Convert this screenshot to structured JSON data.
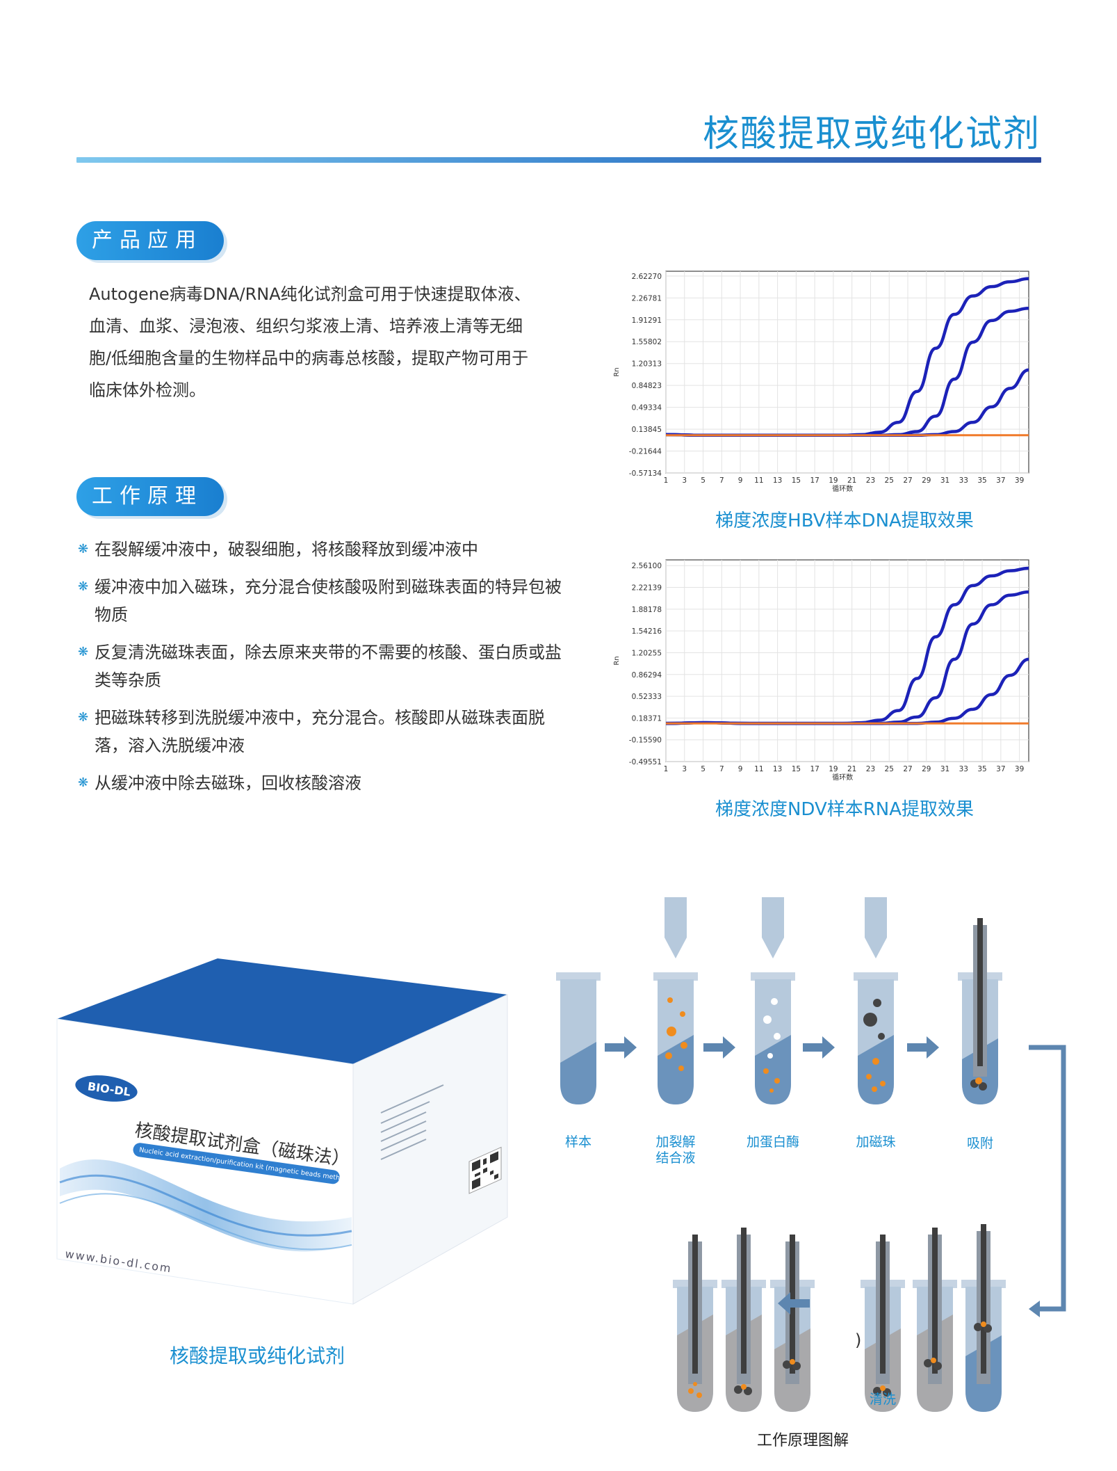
{
  "header": {
    "title": "核酸提取或纯化试剂"
  },
  "application": {
    "pill": "产品应用",
    "text": "Autogene病毒DNA/RNA纯化试剂盒可用于快速提取体液、血清、血浆、浸泡液、组织匀浆液上清、培养液上清等无细胞/低细胞含量的生物样品中的病毒总核酸，提取产物可用于临床体外检测。"
  },
  "principle": {
    "pill": "工作原理",
    "bullet_icon": "snowflake-bullet",
    "steps": [
      "在裂解缓冲液中，破裂细胞，将核酸释放到缓冲液中",
      "缓冲液中加入磁珠，充分混合使核酸吸附到磁珠表面的特异包被物质",
      "反复清洗磁珠表面，除去原来夹带的不需要的核酸、蛋白质或盐类等杂质",
      "把磁珠转移到洗脱缓冲液中，充分混合。核酸即从磁珠表面脱落，溶入洗脱缓冲液",
      "从缓冲液中除去磁珠，回收核酸溶液"
    ]
  },
  "chart_data": [
    {
      "type": "line",
      "caption": "梯度浓度HBV样本DNA提取效果",
      "ylabel": "Rn",
      "xlabel": "循环数",
      "yticks": [
        "2.62270",
        "2.26781",
        "1.91291",
        "1.55802",
        "1.20313",
        "0.84823",
        "0.49334",
        "0.13845",
        "-0.21644",
        "-0.57134"
      ],
      "xticks": [
        "1",
        "3",
        "5",
        "7",
        "9",
        "11",
        "13",
        "15",
        "17",
        "19",
        "21",
        "23",
        "25",
        "27",
        "29",
        "31",
        "33",
        "35",
        "37",
        "39"
      ],
      "xlim": [
        1,
        40
      ],
      "ylim": [
        -0.57134,
        2.7
      ],
      "grid": true,
      "colors": {
        "series": "#1c22b8",
        "baseline": "#f07a2a"
      },
      "series": [
        {
          "x": [
            1,
            5,
            10,
            15,
            20,
            22,
            24,
            26,
            28,
            30,
            32,
            34,
            36,
            38,
            40
          ],
          "y": [
            0.05,
            0.04,
            0.04,
            0.04,
            0.04,
            0.05,
            0.09,
            0.25,
            0.75,
            1.45,
            2.0,
            2.3,
            2.45,
            2.53,
            2.58
          ]
        },
        {
          "x": [
            1,
            5,
            10,
            15,
            20,
            24,
            26,
            28,
            30,
            32,
            34,
            36,
            38,
            40
          ],
          "y": [
            0.05,
            0.04,
            0.04,
            0.04,
            0.04,
            0.04,
            0.05,
            0.1,
            0.35,
            0.95,
            1.55,
            1.9,
            2.05,
            2.1
          ]
        },
        {
          "x": [
            1,
            5,
            10,
            15,
            20,
            25,
            28,
            30,
            32,
            34,
            36,
            38,
            40
          ],
          "y": [
            0.05,
            0.04,
            0.04,
            0.04,
            0.04,
            0.04,
            0.04,
            0.05,
            0.1,
            0.25,
            0.5,
            0.8,
            1.1
          ]
        },
        {
          "x": [
            1,
            40
          ],
          "y": [
            0.04,
            0.04
          ],
          "baseline": true
        }
      ]
    },
    {
      "type": "line",
      "caption": "梯度浓度NDV样本RNA提取效果",
      "ylabel": "Rn",
      "xlabel": "循环数",
      "yticks": [
        "2.56100",
        "2.22139",
        "1.88178",
        "1.54216",
        "1.20255",
        "0.86294",
        "0.52333",
        "0.18371",
        "-0.15590",
        "-0.49551"
      ],
      "xticks": [
        "1",
        "3",
        "5",
        "7",
        "9",
        "11",
        "13",
        "15",
        "17",
        "19",
        "21",
        "23",
        "25",
        "27",
        "29",
        "31",
        "33",
        "35",
        "37",
        "39"
      ],
      "xlim": [
        1,
        40
      ],
      "ylim": [
        -0.49551,
        2.65
      ],
      "grid": true,
      "colors": {
        "series": "#1c22b8",
        "baseline": "#f07a2a"
      },
      "series": [
        {
          "x": [
            1,
            5,
            10,
            15,
            20,
            22,
            24,
            26,
            28,
            30,
            32,
            34,
            36,
            38,
            40
          ],
          "y": [
            0.1,
            0.11,
            0.1,
            0.1,
            0.1,
            0.11,
            0.15,
            0.3,
            0.8,
            1.45,
            1.95,
            2.25,
            2.4,
            2.48,
            2.52
          ]
        },
        {
          "x": [
            1,
            5,
            10,
            15,
            20,
            24,
            26,
            28,
            30,
            32,
            34,
            36,
            38,
            40
          ],
          "y": [
            0.1,
            0.11,
            0.1,
            0.1,
            0.1,
            0.1,
            0.12,
            0.2,
            0.5,
            1.1,
            1.65,
            1.95,
            2.1,
            2.15
          ]
        },
        {
          "x": [
            1,
            5,
            10,
            15,
            20,
            25,
            28,
            30,
            32,
            34,
            36,
            38,
            40
          ],
          "y": [
            0.1,
            0.11,
            0.1,
            0.1,
            0.1,
            0.1,
            0.1,
            0.12,
            0.18,
            0.32,
            0.55,
            0.85,
            1.1
          ]
        },
        {
          "x": [
            1,
            40
          ],
          "y": [
            0.1,
            0.1
          ],
          "baseline": true
        }
      ]
    }
  ],
  "product": {
    "brand": "BIO-DL",
    "box_title": "核酸提取试剂盒（磁珠法）",
    "box_subtitle": "Nucleic acid extraction/purification kit (magnetic beads method)",
    "website": "www.bio-dl.com",
    "caption": "核酸提取或纯化试剂",
    "colors": {
      "box_top": "#1f5fb0",
      "swirl": "#3f8fd6"
    }
  },
  "diagram": {
    "steps": [
      {
        "label": "样本"
      },
      {
        "label_lines": [
          "加裂解",
          "结合液"
        ]
      },
      {
        "label": "加蛋白酶"
      },
      {
        "label": "加磁珠"
      },
      {
        "label": "吸附"
      }
    ],
    "wash_label": "清洗",
    "paren": ")",
    "title": "工作原理图解",
    "colors": {
      "tube": "#b6c9dc",
      "liquid": "#6b93bc",
      "arrow": "#5d86b0",
      "bead": "#444444",
      "particle": "#f08c1e"
    }
  }
}
